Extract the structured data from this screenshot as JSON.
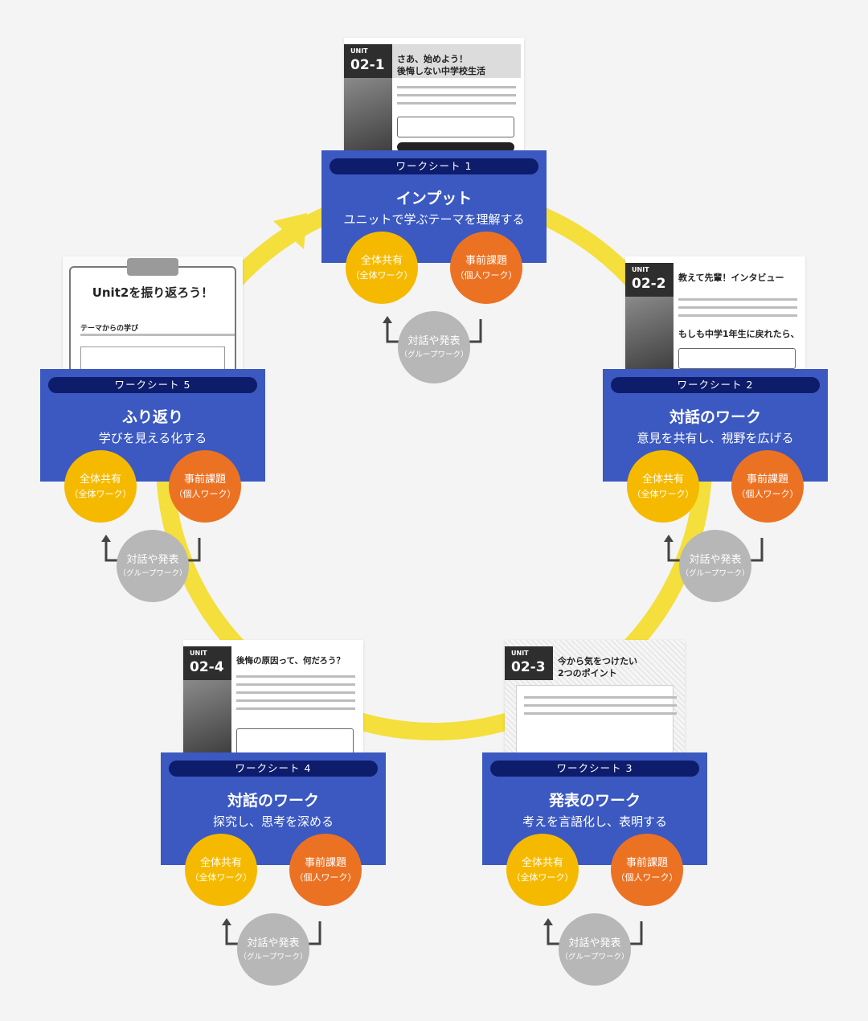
{
  "colors": {
    "card": "#3b59c1",
    "pill": "#0e1c6c",
    "share": "#f5ba00",
    "pre": "#ec7223",
    "talk": "#b7b7b7",
    "ring": "#f4df3c"
  },
  "circles": {
    "share_main": "全体共有",
    "share_sub": "（全体ワーク）",
    "pre_main": "事前課題",
    "pre_sub": "（個人ワーク）",
    "talk_main": "対話や発表",
    "talk_sub": "（グループワーク）"
  },
  "worksheets": [
    {
      "label": "ワークシート 1",
      "title": "インプット",
      "subtitle": "ユニットで学ぶテーマを理解する",
      "thumb": {
        "unit": "UNIT",
        "number": "02-1",
        "title": "さあ、始めよう！",
        "title2": "後悔しない中学校生活"
      }
    },
    {
      "label": "ワークシート 2",
      "title": "対話のワーク",
      "subtitle": "意見を共有し、視野を広げる",
      "thumb": {
        "unit": "UNIT",
        "number": "02-2",
        "title": "教えて先輩！インタビュー",
        "title2": "もしも中学1年生に戻れたら、"
      }
    },
    {
      "label": "ワークシート 3",
      "title": "発表のワーク",
      "subtitle": "考えを言語化し、表明する",
      "thumb": {
        "unit": "UNIT",
        "number": "02-3",
        "title": "今から気をつけたい",
        "title2": "2つのポイント"
      }
    },
    {
      "label": "ワークシート 4",
      "title": "対話のワーク",
      "subtitle": "探究し、思考を深める",
      "thumb": {
        "unit": "UNIT",
        "number": "02-4",
        "title": "後悔の原因って、何だろう？",
        "title2": ""
      }
    },
    {
      "label": "ワークシート 5",
      "title": "ふり返り",
      "subtitle": "学びを見える化する",
      "thumb": {
        "unit": "",
        "number": "",
        "title": "Unit2を振り返ろう！",
        "title2": "テーマからの学び"
      }
    }
  ]
}
